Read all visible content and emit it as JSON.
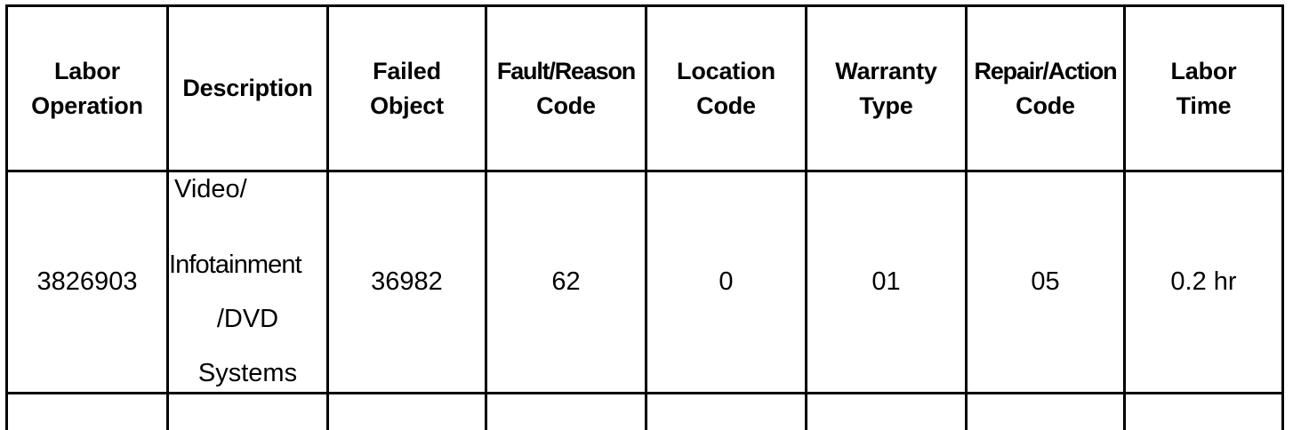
{
  "table": {
    "name": "labor-operation-table",
    "columns": [
      {
        "key": "labor_operation",
        "header_lines": [
          "Labor",
          "Operation"
        ]
      },
      {
        "key": "description",
        "header_lines": [
          "Description"
        ]
      },
      {
        "key": "failed_object",
        "header_lines": [
          "Failed",
          "Object"
        ]
      },
      {
        "key": "fault_reason_code",
        "header_lines": [
          "Fault/Reason",
          "Code"
        ]
      },
      {
        "key": "location_code",
        "header_lines": [
          "Location",
          "Code"
        ]
      },
      {
        "key": "warranty_type",
        "header_lines": [
          "Warranty",
          "Type"
        ]
      },
      {
        "key": "repair_action_code",
        "header_lines": [
          "Repair/Action",
          "Code"
        ]
      },
      {
        "key": "labor_time",
        "header_lines": [
          "Labor",
          "Time"
        ]
      }
    ],
    "headers": {
      "labor_operation_1": "Labor",
      "labor_operation_2": "Operation",
      "description_1": "Description",
      "failed_object_1": "Failed",
      "failed_object_2": "Object",
      "fault_reason_code_1": "Fault/Reason",
      "fault_reason_code_2": "Code",
      "location_code_1": "Location",
      "location_code_2": "Code",
      "warranty_type_1": "Warranty",
      "warranty_type_2": "Type",
      "repair_action_code_1": "Repair/Action",
      "repair_action_code_2": "Code",
      "labor_time_1": "Labor",
      "labor_time_2": "Time"
    },
    "rows": [
      {
        "labor_operation": "3826903",
        "description_line_1": "Video/",
        "description_line_2": "Infotainment",
        "description_line_3": "/DVD",
        "description_line_4": "Systems",
        "description_full": "Video/ Infotainment /DVD Systems",
        "failed_object": "36982",
        "fault_reason_code": "62",
        "location_code": "0",
        "warranty_type": "01",
        "repair_action_code": "05",
        "labor_time": "0.2 hr"
      }
    ]
  },
  "colors": {
    "border": "#000000",
    "text": "#000000",
    "background": "#ffffff"
  }
}
